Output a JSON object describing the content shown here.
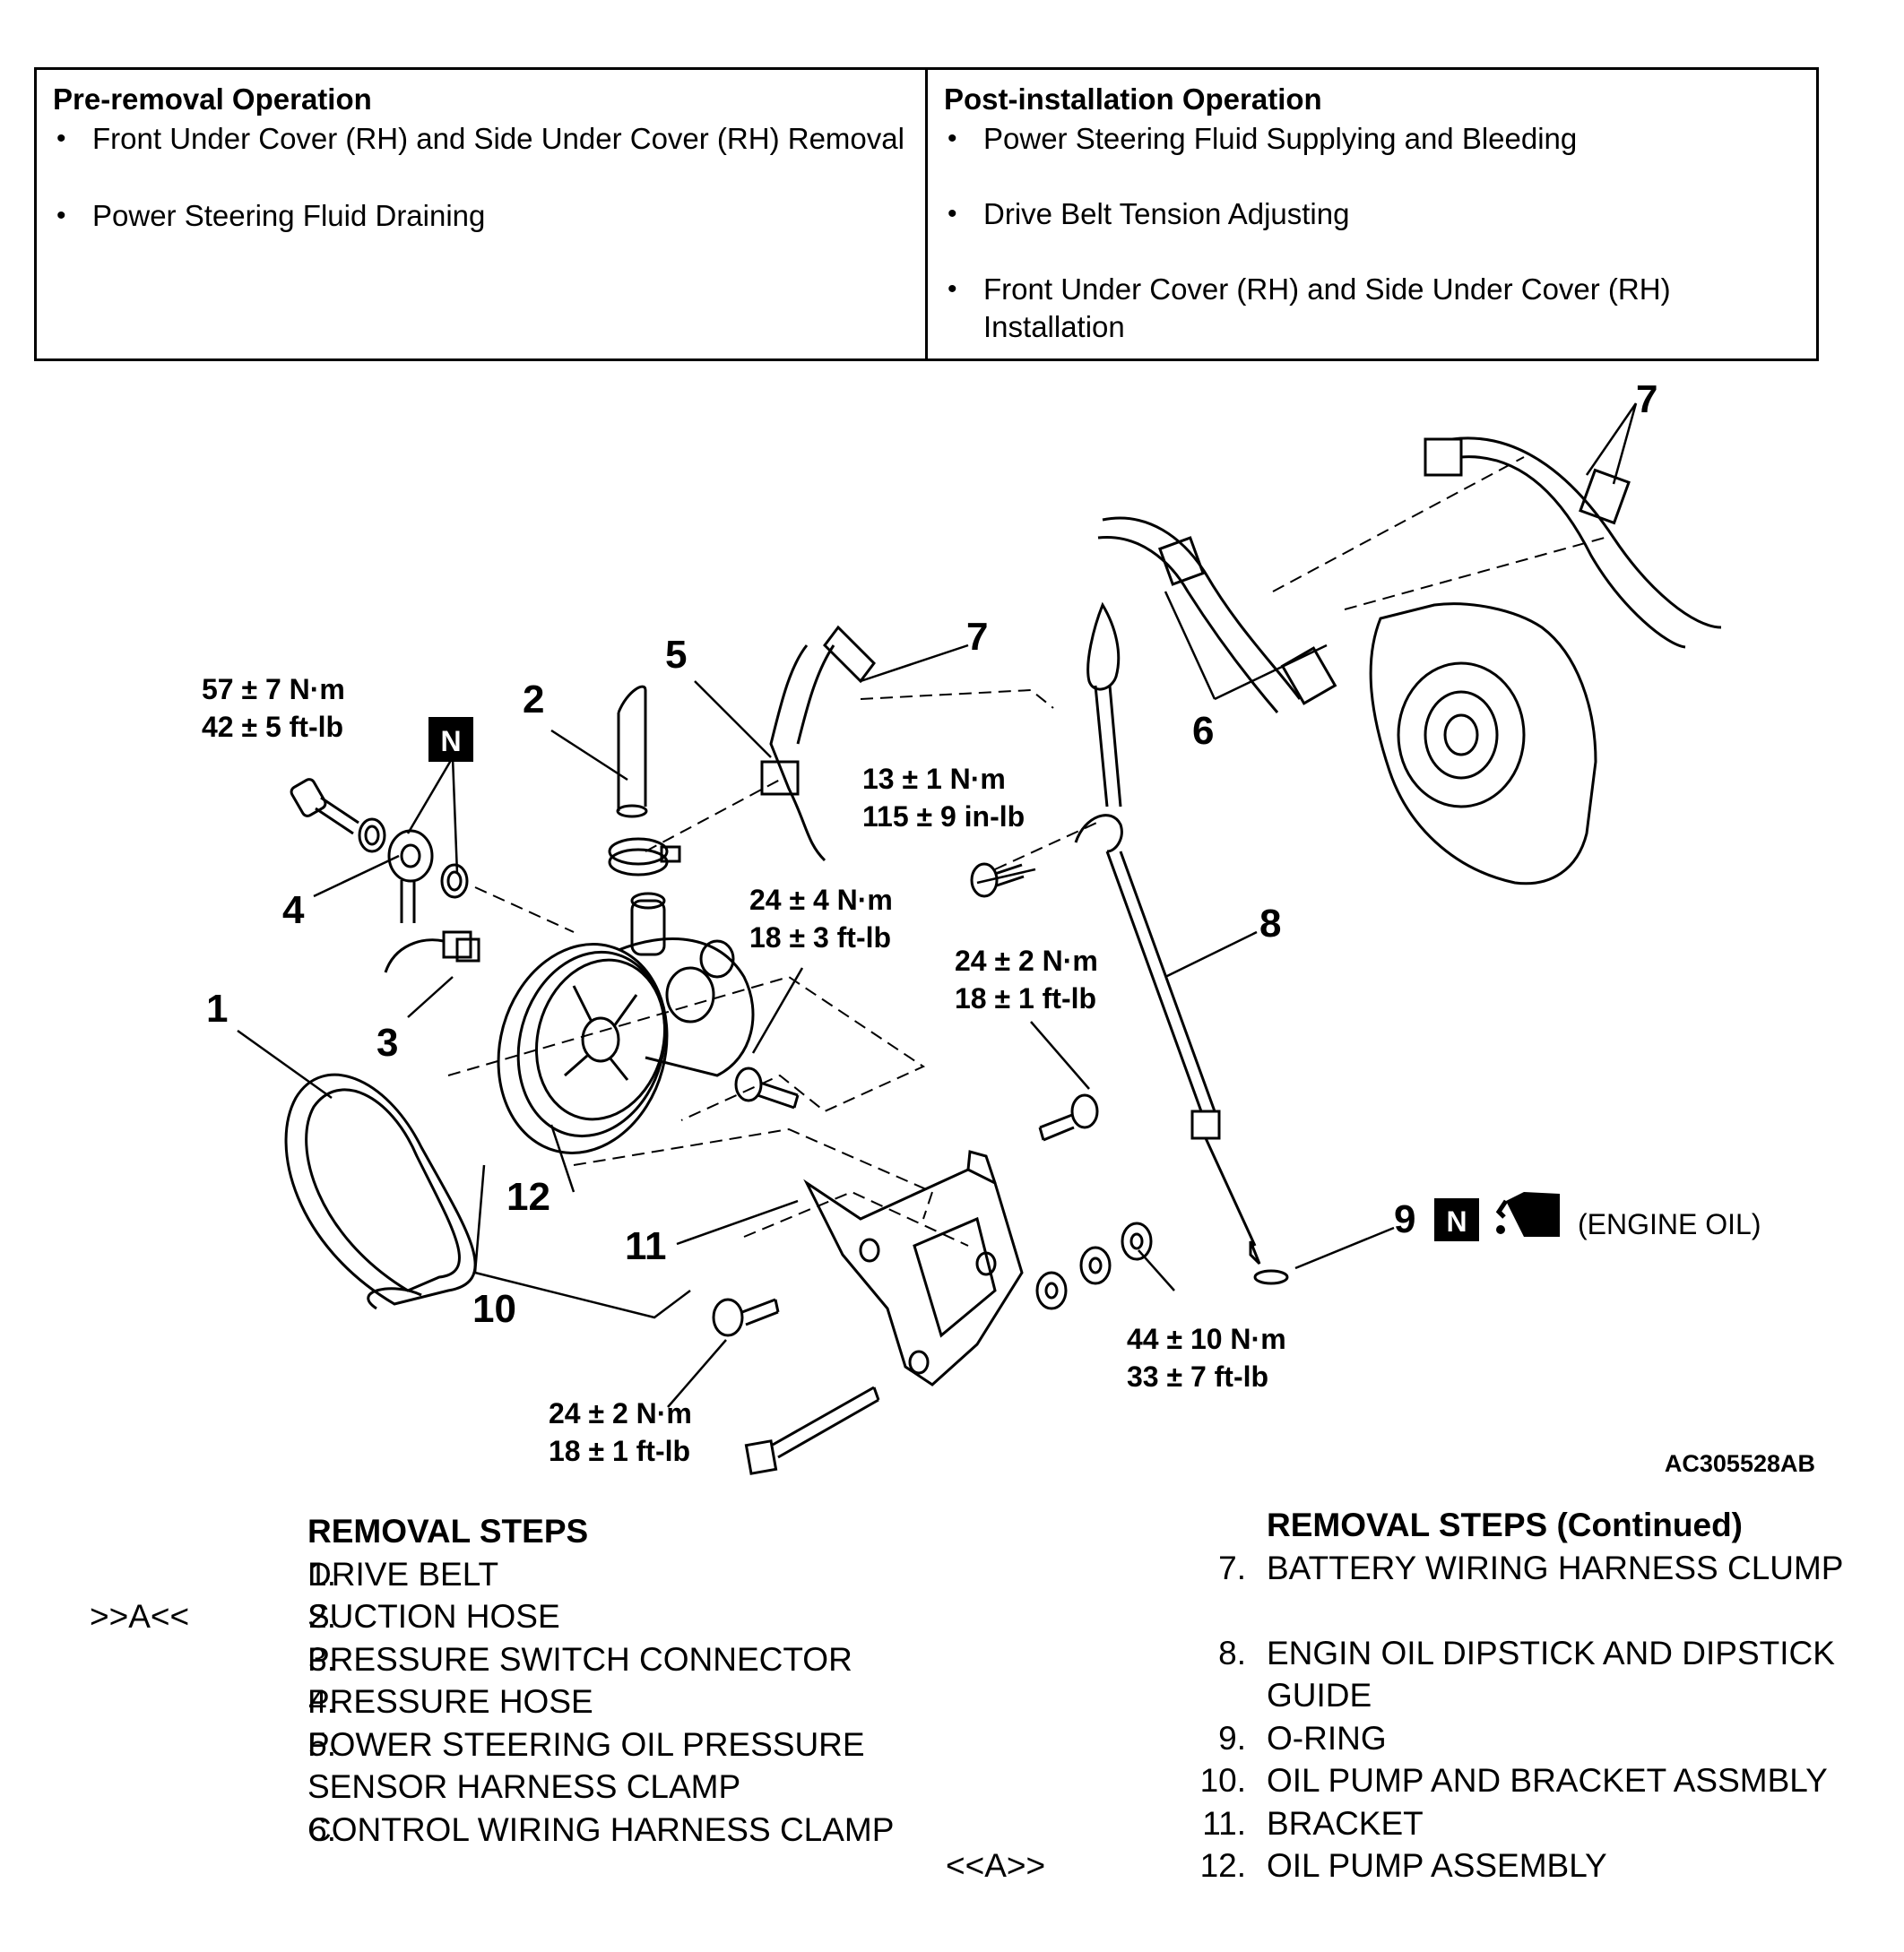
{
  "pre_removal": {
    "heading": "Pre-removal Operation",
    "items": [
      "Front Under Cover (RH) and Side Under Cover (RH) Removal",
      "Power Steering Fluid Draining"
    ]
  },
  "post_installation": {
    "heading": "Post-installation Operation",
    "items": [
      "Power Steering Fluid Supplying and Bleeding",
      "Drive Belt Tension Adjusting",
      "Front Under Cover (RH) and Side Under Cover (RH) Installation"
    ]
  },
  "diagram": {
    "figure_id": "AC305528AB",
    "new_part_symbol": "N",
    "engine_oil_note": "(ENGINE OIL)",
    "callouts": [
      "1",
      "2",
      "3",
      "4",
      "5",
      "6",
      "7",
      "7",
      "8",
      "9",
      "10",
      "11",
      "12"
    ],
    "torques": [
      {
        "metric": "57 ± 7 N·m",
        "imperial": "42 ± 5 ft-lb"
      },
      {
        "metric": "13 ± 1 N·m",
        "imperial": "115 ± 9 in-lb"
      },
      {
        "metric": "24 ± 4 N·m",
        "imperial": "18 ± 3 ft-lb"
      },
      {
        "metric": "24 ± 2 N·m",
        "imperial": "18 ± 1 ft-lb"
      },
      {
        "metric": "44 ± 10 N·m",
        "imperial": "33 ± 7 ft-lb"
      },
      {
        "metric": "24 ± 2 N·m",
        "imperial": "18 ± 1 ft-lb"
      }
    ]
  },
  "removal_steps": {
    "heading": "REMOVAL STEPS",
    "items": [
      {
        "mark": "",
        "num": "1.",
        "label": "DRIVE BELT"
      },
      {
        "mark": ">>A<<",
        "num": "2.",
        "label": "SUCTION HOSE"
      },
      {
        "mark": "",
        "num": "3.",
        "label": "PRESSURE SWITCH CONNECTOR"
      },
      {
        "mark": "",
        "num": "4.",
        "label": "PRESSURE HOSE"
      },
      {
        "mark": "",
        "num": "5.",
        "label": "POWER STEERING OIL PRESSURE SENSOR HARNESS CLAMP"
      },
      {
        "mark": "",
        "num": "6.",
        "label": "CONTROL WIRING HARNESS CLAMP"
      }
    ]
  },
  "removal_steps_continued": {
    "heading": "REMOVAL STEPS (Continued)",
    "items": [
      {
        "mark": "",
        "num": "7.",
        "label": "BATTERY WIRING HARNESS CLUMP"
      },
      {
        "mark": "",
        "num": "8.",
        "label": "ENGIN OIL DIPSTICK AND DIPSTICK GUIDE"
      },
      {
        "mark": "",
        "num": "9.",
        "label": "O-RING"
      },
      {
        "mark": "",
        "num": "10.",
        "label": "OIL PUMP AND BRACKET ASSMBLY"
      },
      {
        "mark": "",
        "num": "11.",
        "label": "BRACKET"
      },
      {
        "mark": "<<A>>",
        "num": "12.",
        "label": "OIL PUMP ASSEMBLY"
      }
    ]
  }
}
